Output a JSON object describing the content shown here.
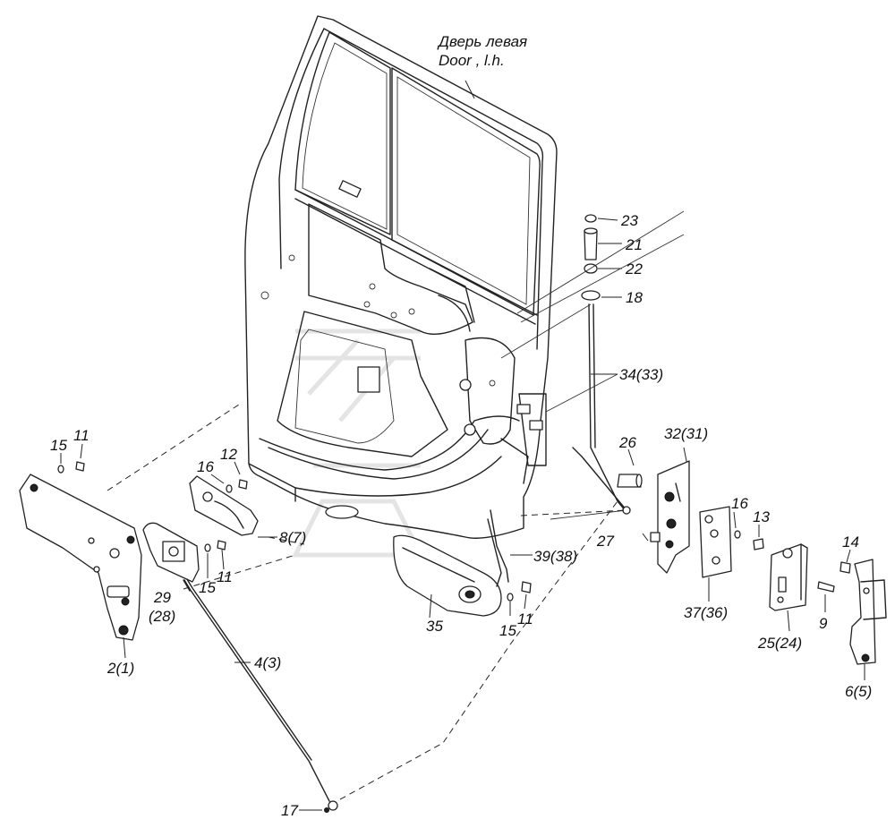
{
  "title": {
    "ru": "Дверь левая",
    "en": "Door , l.h."
  },
  "labels": [
    {
      "id": "23",
      "text": "23"
    },
    {
      "id": "21",
      "text": "21"
    },
    {
      "id": "22",
      "text": "22"
    },
    {
      "id": "18",
      "text": "18"
    },
    {
      "id": "34-33",
      "text": "34(33)"
    },
    {
      "id": "26",
      "text": "26"
    },
    {
      "id": "32-31",
      "text": "32(31)"
    },
    {
      "id": "27",
      "text": "27"
    },
    {
      "id": "16-right",
      "text": "16"
    },
    {
      "id": "13",
      "text": "13"
    },
    {
      "id": "14",
      "text": "14"
    },
    {
      "id": "39-38",
      "text": "39(38)"
    },
    {
      "id": "37-36",
      "text": "37(36)"
    },
    {
      "id": "25-24",
      "text": "25(24)"
    },
    {
      "id": "9",
      "text": "9"
    },
    {
      "id": "6-5",
      "text": "6(5)"
    },
    {
      "id": "35",
      "text": "35"
    },
    {
      "id": "15-bottom",
      "text": "15"
    },
    {
      "id": "11-bottom",
      "text": "11"
    },
    {
      "id": "15-left",
      "text": "15"
    },
    {
      "id": "11-left",
      "text": "11"
    },
    {
      "id": "16-left",
      "text": "16"
    },
    {
      "id": "12",
      "text": "12"
    },
    {
      "id": "8-7",
      "text": "8(7)"
    },
    {
      "id": "29",
      "text": "29"
    },
    {
      "id": "28",
      "text": "(28)"
    },
    {
      "id": "15-mid",
      "text": "15"
    },
    {
      "id": "11-mid",
      "text": "11"
    },
    {
      "id": "2-1",
      "text": "2(1)"
    },
    {
      "id": "4-3",
      "text": "4(3)"
    },
    {
      "id": "17",
      "text": "17"
    }
  ]
}
